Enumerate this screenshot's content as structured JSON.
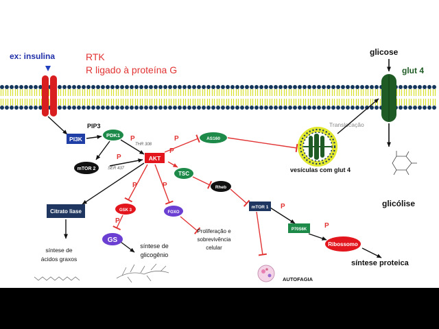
{
  "ligand": "ex: insulina",
  "receptor_types": [
    "RTK",
    "R ligado à proteína G"
  ],
  "glucose": "glicose",
  "glut4": "glut 4",
  "translocation": "Translocação",
  "vesicles": "vesículas com glut 4",
  "glycolysis": "glicólise",
  "pip3": "PIP3",
  "nodes": {
    "pi3k": "PI3K",
    "pdk1": "PDK1",
    "mtor2": "mTOR 2",
    "akt": "AKT",
    "as160": "AS160",
    "tsc": "TSC",
    "rheb": "Rheb",
    "mtor1": "mTOR 1",
    "p70s6k": "P70S6K",
    "ribossomo": "Ribossomo",
    "citrato": "Citrato liase",
    "gsk3": "GSK 3",
    "gs": "GS",
    "foxo": "FOXO"
  },
  "sites": {
    "thr": "THR 308",
    "ser": "SER 437"
  },
  "phospho": "P",
  "outcomes": {
    "fatty_acids": [
      "síntese de",
      "ácidos graxos"
    ],
    "glycogen": [
      "síntese de",
      "glicogênio"
    ],
    "survival": [
      "Proliferação e",
      "sobrevivência",
      "celular"
    ],
    "autophagy": "AUTOFAGIA",
    "protein": "síntese proteica"
  },
  "colors": {
    "green": "#1e8a4a",
    "red": "#e3161d",
    "navy": "#1f3760",
    "purple": "#6a3fd1",
    "inhibit": "#e23333",
    "membrane_head": "#16375c",
    "membrane_tail": "#d6e02a"
  }
}
